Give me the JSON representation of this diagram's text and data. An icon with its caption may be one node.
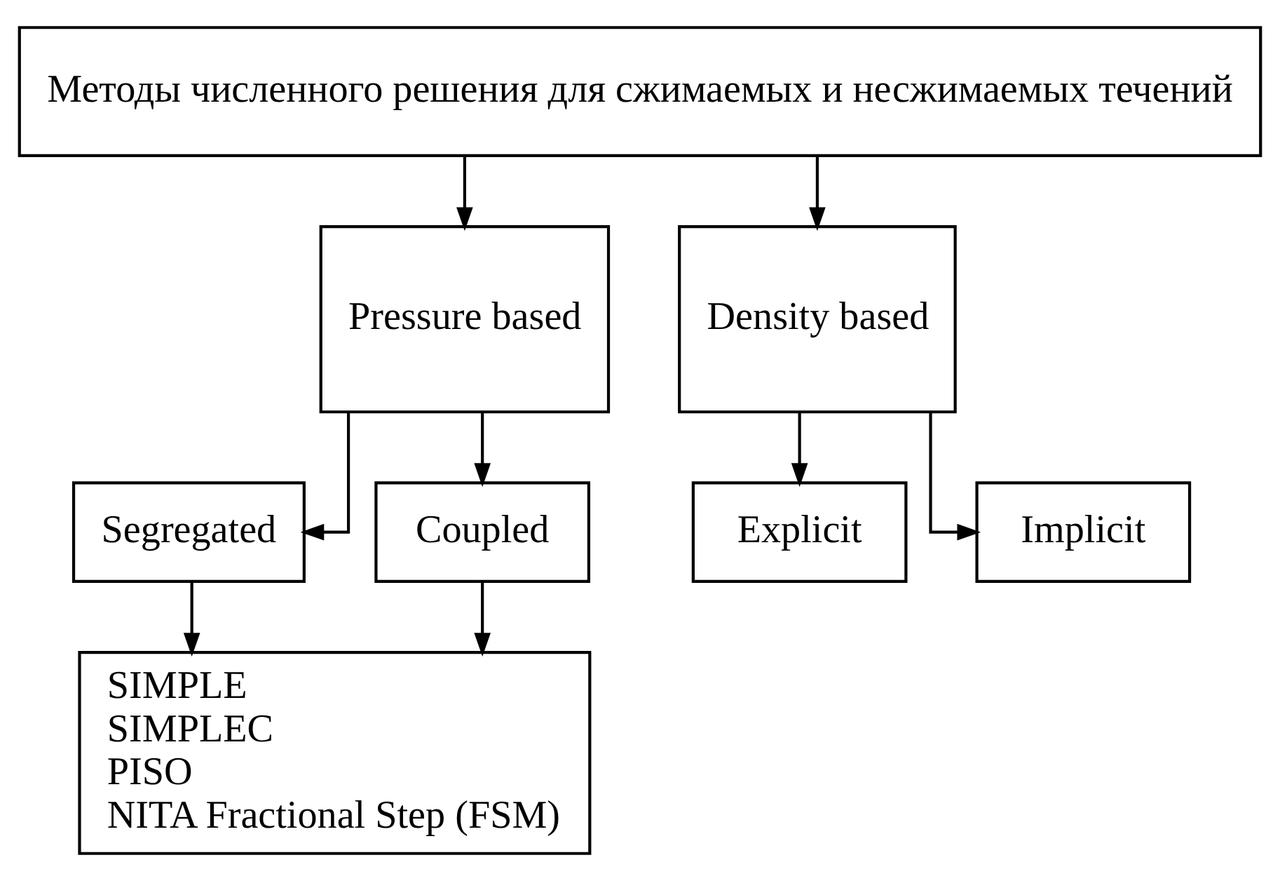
{
  "diagram": {
    "nodes": [
      {
        "text": [
          "Методы численного решения для сжимаемых и несжимаемых течений"
        ]
      },
      {
        "text": [
          "Pressure based"
        ]
      },
      {
        "text": [
          "Density based"
        ]
      },
      {
        "text": [
          "Segregated"
        ]
      },
      {
        "text": [
          "Coupled"
        ]
      },
      {
        "text": [
          "Explicit"
        ]
      },
      {
        "text": [
          "Implicit"
        ]
      },
      {
        "text": [
          "SIMPLE",
          "SIMPLEC",
          "PISO",
          "NITA Fractional Step (FSM)"
        ]
      }
    ],
    "edges": [
      {
        "from": 0,
        "to": 1,
        "arrow": "to"
      },
      {
        "from": 0,
        "to": 2,
        "arrow": "to"
      },
      {
        "from": 1,
        "to": 3,
        "arrow": "to"
      },
      {
        "from": 1,
        "to": 4,
        "arrow": "to"
      },
      {
        "from": 2,
        "to": 5,
        "arrow": "to"
      },
      {
        "from": 2,
        "to": 6,
        "arrow": "to"
      },
      {
        "from": 3,
        "to": 7,
        "arrow": "to"
      },
      {
        "from": 4,
        "to": 7,
        "arrow": "to"
      }
    ]
  }
}
